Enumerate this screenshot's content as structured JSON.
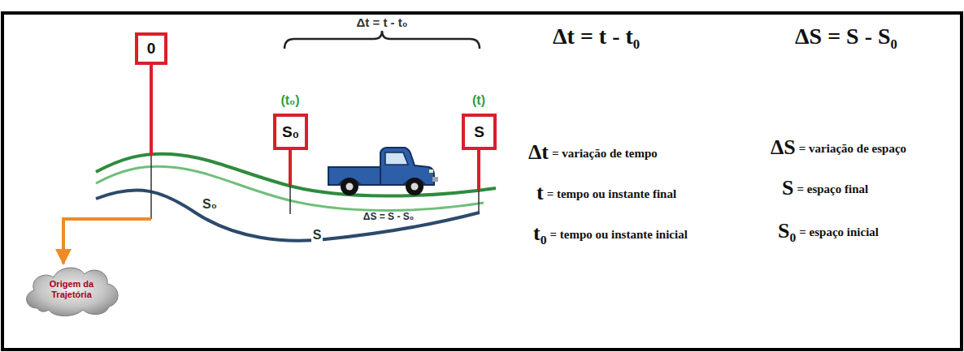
{
  "diagram": {
    "nodes": [
      {
        "text": [
          "0"
        ]
      },
      {
        "text": [
          "S₀"
        ]
      },
      {
        "text": [
          "S"
        ]
      },
      {
        "text": [
          "Origem da Trajetória"
        ]
      }
    ],
    "labels": [
      "Δt = t - t₀",
      "(t₀)",
      "(t)",
      "S₀",
      "ΔS = S - S₀",
      "S",
      "Δt = t - t₀",
      "ΔS = S - S₀",
      "Δt",
      "= variação de tempo",
      "t",
      "= tempo ou instante final",
      "t₀",
      "= tempo ou instante inicial",
      "ΔS",
      "= variação de espaço",
      "S",
      "= espaço final",
      "S₀",
      "= espaço inicial"
    ]
  }
}
